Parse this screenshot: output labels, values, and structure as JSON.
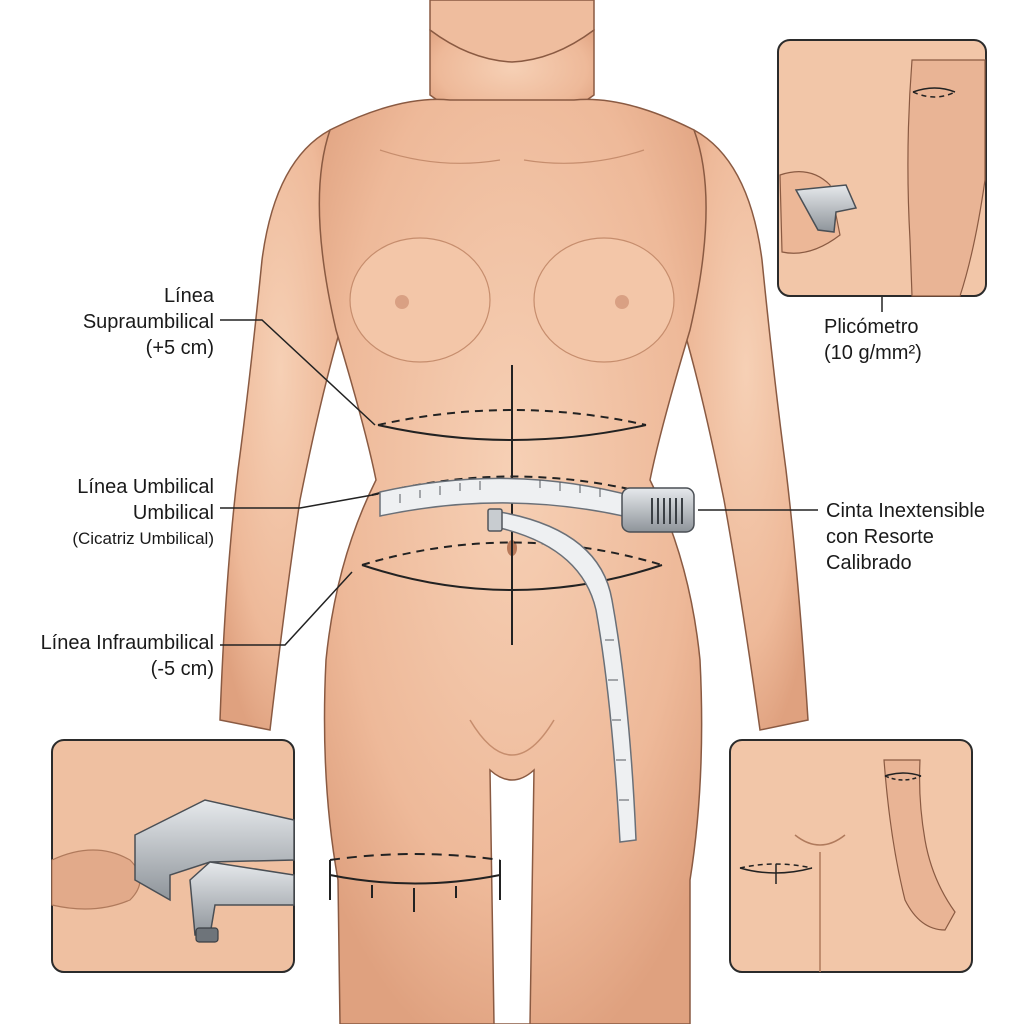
{
  "labels": {
    "supra": {
      "line1": "Línea",
      "line2": "Supraumbilical",
      "line3": "(+5 cm)"
    },
    "umbilical": {
      "line1": "Línea Umbilical",
      "line2": "Umbilical",
      "line3": "(Cicatriz Umbilical)"
    },
    "infra": {
      "line1": "Línea Infraumbilical",
      "line2": "(-5 cm)"
    },
    "tape": {
      "line1": "Cinta Inextensible",
      "line2": "con Resorte",
      "line3": "Calibrado"
    },
    "caliper": {
      "line1": "Plicómetro",
      "line2": "(10 g/mm²)"
    }
  },
  "colors": {
    "skin": "#f0c2a3",
    "skin_shadow": "#d99f7e",
    "outline": "#7a4a35",
    "tape": "#eef0f2",
    "metal": "#b9bec4",
    "line": "#222222"
  }
}
